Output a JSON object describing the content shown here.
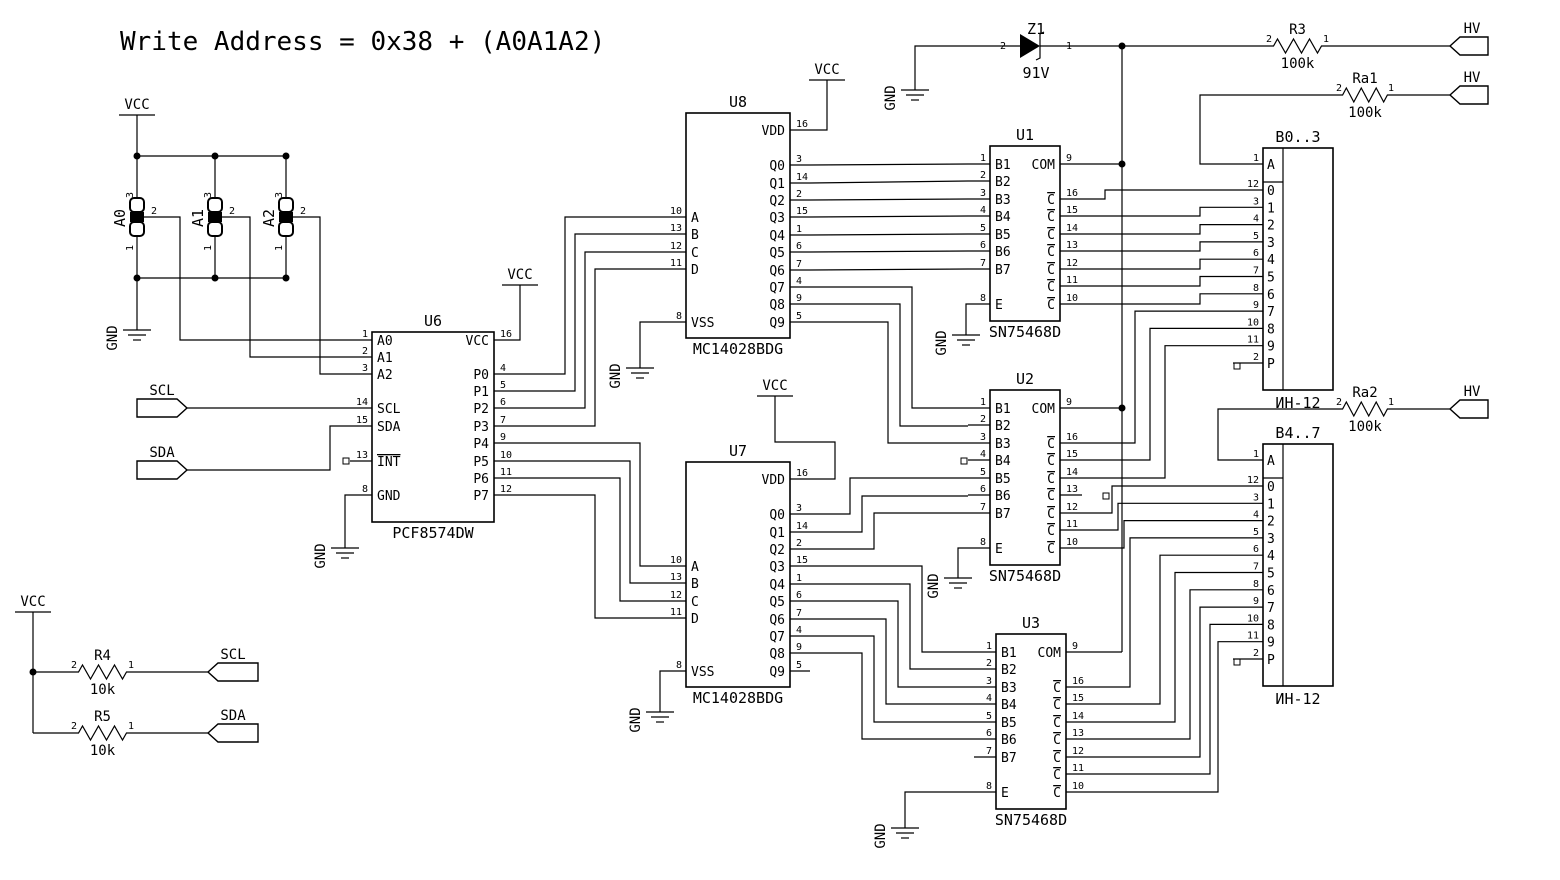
{
  "title": "Write Address = 0x38 + (A0A1A2)",
  "power": {
    "vcc": "VCC",
    "gnd": "GND",
    "hv": "HV"
  },
  "u6": {
    "ref": "U6",
    "part": "PCF8574DW",
    "left": [
      [
        "1",
        "A0"
      ],
      [
        "2",
        "A1"
      ],
      [
        "3",
        "A2"
      ],
      [
        "14",
        "SCL"
      ],
      [
        "15",
        "SDA"
      ],
      [
        "13",
        "INT"
      ],
      [
        "8",
        "GND"
      ]
    ],
    "right": [
      [
        "16",
        "VCC"
      ],
      [
        "4",
        "P0"
      ],
      [
        "5",
        "P1"
      ],
      [
        "6",
        "P2"
      ],
      [
        "7",
        "P3"
      ],
      [
        "9",
        "P4"
      ],
      [
        "10",
        "P5"
      ],
      [
        "11",
        "P6"
      ],
      [
        "12",
        "P7"
      ]
    ]
  },
  "u8": {
    "ref": "U8",
    "part": "MC14028BDG",
    "left": [
      [
        "10",
        "A"
      ],
      [
        "13",
        "B"
      ],
      [
        "12",
        "C"
      ],
      [
        "11",
        "D"
      ],
      [
        "8",
        "VSS"
      ]
    ],
    "right": [
      [
        "16",
        "VDD"
      ],
      [
        "3",
        "Q0"
      ],
      [
        "14",
        "Q1"
      ],
      [
        "2",
        "Q2"
      ],
      [
        "15",
        "Q3"
      ],
      [
        "1",
        "Q4"
      ],
      [
        "6",
        "Q5"
      ],
      [
        "7",
        "Q6"
      ],
      [
        "4",
        "Q7"
      ],
      [
        "9",
        "Q8"
      ],
      [
        "5",
        "Q9"
      ]
    ]
  },
  "u7": {
    "ref": "U7",
    "part": "MC14028BDG",
    "left": [
      [
        "10",
        "A"
      ],
      [
        "13",
        "B"
      ],
      [
        "12",
        "C"
      ],
      [
        "11",
        "D"
      ],
      [
        "8",
        "VSS"
      ]
    ],
    "right": [
      [
        "16",
        "VDD"
      ],
      [
        "3",
        "Q0"
      ],
      [
        "14",
        "Q1"
      ],
      [
        "2",
        "Q2"
      ],
      [
        "15",
        "Q3"
      ],
      [
        "1",
        "Q4"
      ],
      [
        "6",
        "Q5"
      ],
      [
        "7",
        "Q6"
      ],
      [
        "4",
        "Q7"
      ],
      [
        "9",
        "Q8"
      ],
      [
        "5",
        "Q9"
      ]
    ]
  },
  "sn": {
    "part": "SN75468D",
    "left": [
      [
        "1",
        "B1"
      ],
      [
        "2",
        "B2"
      ],
      [
        "3",
        "B3"
      ],
      [
        "4",
        "B4"
      ],
      [
        "5",
        "B5"
      ],
      [
        "6",
        "B6"
      ],
      [
        "7",
        "B7"
      ],
      [
        "8",
        "E"
      ]
    ],
    "right": [
      [
        "9",
        "COM"
      ],
      [
        "16",
        "C"
      ],
      [
        "15",
        "C"
      ],
      [
        "14",
        "C"
      ],
      [
        "13",
        "C"
      ],
      [
        "12",
        "C"
      ],
      [
        "11",
        "C"
      ],
      [
        "10",
        "C"
      ]
    ],
    "u1": "U1",
    "u2": "U2",
    "u3": "U3"
  },
  "tube": {
    "part": "ИН-12",
    "ref1": "B0..3",
    "ref2": "B4..7",
    "pins": [
      [
        "1",
        "A"
      ],
      [
        "12",
        "0"
      ],
      [
        "3",
        "1"
      ],
      [
        "4",
        "2"
      ],
      [
        "5",
        "3"
      ],
      [
        "6",
        "4"
      ],
      [
        "7",
        "5"
      ],
      [
        "8",
        "6"
      ],
      [
        "9",
        "7"
      ],
      [
        "10",
        "8"
      ],
      [
        "11",
        "9"
      ],
      [
        "2",
        "P"
      ]
    ]
  },
  "r3": {
    "ref": "R3",
    "value": "100k"
  },
  "ra1": {
    "ref": "Ra1",
    "value": "100k"
  },
  "ra2": {
    "ref": "Ra2",
    "value": "100k"
  },
  "r4": {
    "ref": "R4",
    "value": "10k"
  },
  "r5": {
    "ref": "R5",
    "value": "10k"
  },
  "z1": {
    "ref": "Z1",
    "value": "91V"
  },
  "jumpers": [
    "A0",
    "A1",
    "A2"
  ],
  "nets": {
    "scl": "SCL",
    "sda": "SDA"
  },
  "pin_numbers": {
    "one": "1",
    "two": "2",
    "three": "3"
  }
}
